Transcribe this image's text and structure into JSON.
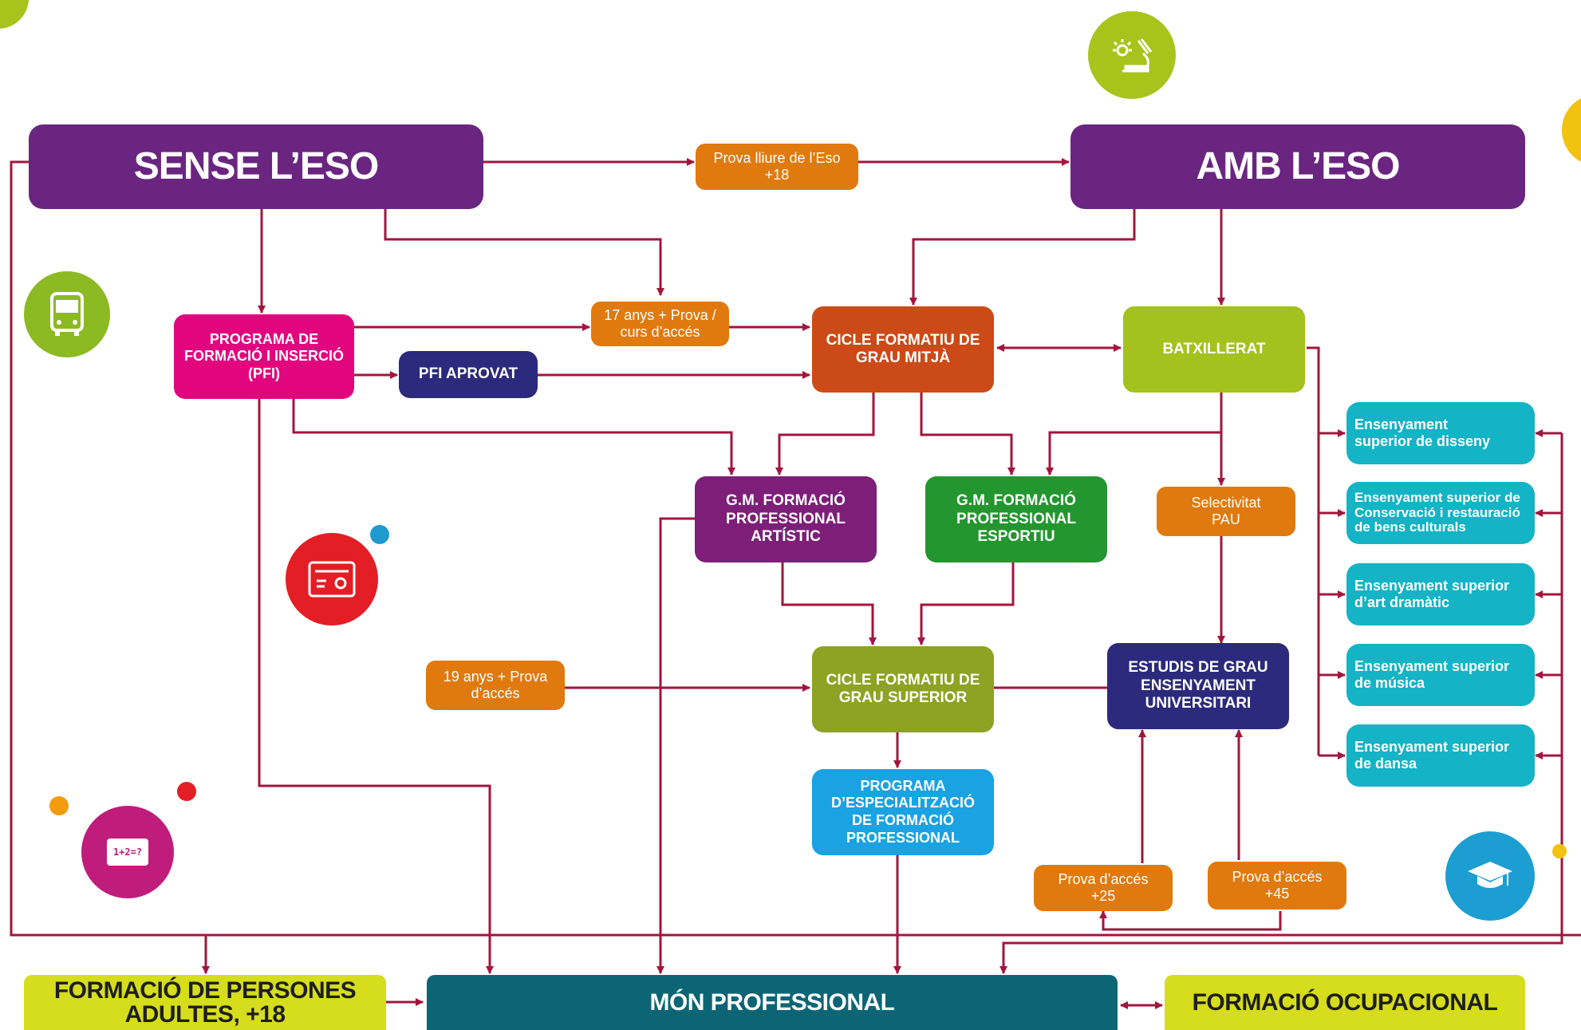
{
  "colors": {
    "connector": "#a3153d",
    "purple": "#6a2580",
    "orange": "#e07a0f",
    "teal": "#14b3c5"
  },
  "top": {
    "sense_eso": "SENSE L’ESO",
    "amb_eso": "AMB L’ESO",
    "prova_lliure": "Prova lliure de l’Eso\n+18"
  },
  "nodes": {
    "pfi": "PROGRAMA DE\nFORMACIÓ I INSERCIÓ\n(PFI)",
    "anys17": "17 anys + Prova /\ncurs  d’accés",
    "pfi_aprovat": "PFI APROVAT",
    "cfgm": "CICLE FORMATIU DE\nGRAU MITJÀ",
    "batxillerat": "BATXILLERAT",
    "gm_artistic": "G.M. FORMACIÓ\nPROFESSIONAL\nARTÍSTIC",
    "gm_esportiu": "G.M. FORMACIÓ\nPROFESSIONAL\nESPORTIU",
    "selectivitat": "Selectivitat\nPAU",
    "anys19": "19 anys + Prova\nd’accés",
    "cfgs": "CICLE FORMATIU DE\nGRAU SUPERIOR",
    "universitari": "ESTUDIS DE GRAU\nENSENYAMENT\nUNIVERSITARI",
    "especialitzacio": "PROGRAMA\nD’ESPECIALITZACIÓ\nDE FORMACIÓ\nPROFESSIONAL",
    "prova25": "Prova d’accés\n+25",
    "prova45": "Prova d’accés\n+45"
  },
  "side_items": [
    "Ensenyament\nsuperior de disseny",
    "Ensenyament superior de\nConservació i restauració\nde bens culturals",
    "Ensenyament  superior\nd’art dramàtic",
    "Ensenyament  superior\nde música",
    "Ensenyament  superior\nde dansa"
  ],
  "bottom": {
    "adults": "FORMACIÓ DE PERSONES\nADULTES, +18",
    "mon_professional": "MÓN PROFESSIONAL",
    "ocupacional": "FORMACIÓ OCUPACIONAL"
  },
  "decor_icons": [
    "corner-circle-icon",
    "science-icon",
    "bus-icon",
    "certificate-icon",
    "blackboard-icon",
    "graduation-cap-icon"
  ],
  "blackboard_text": "1+2=?"
}
